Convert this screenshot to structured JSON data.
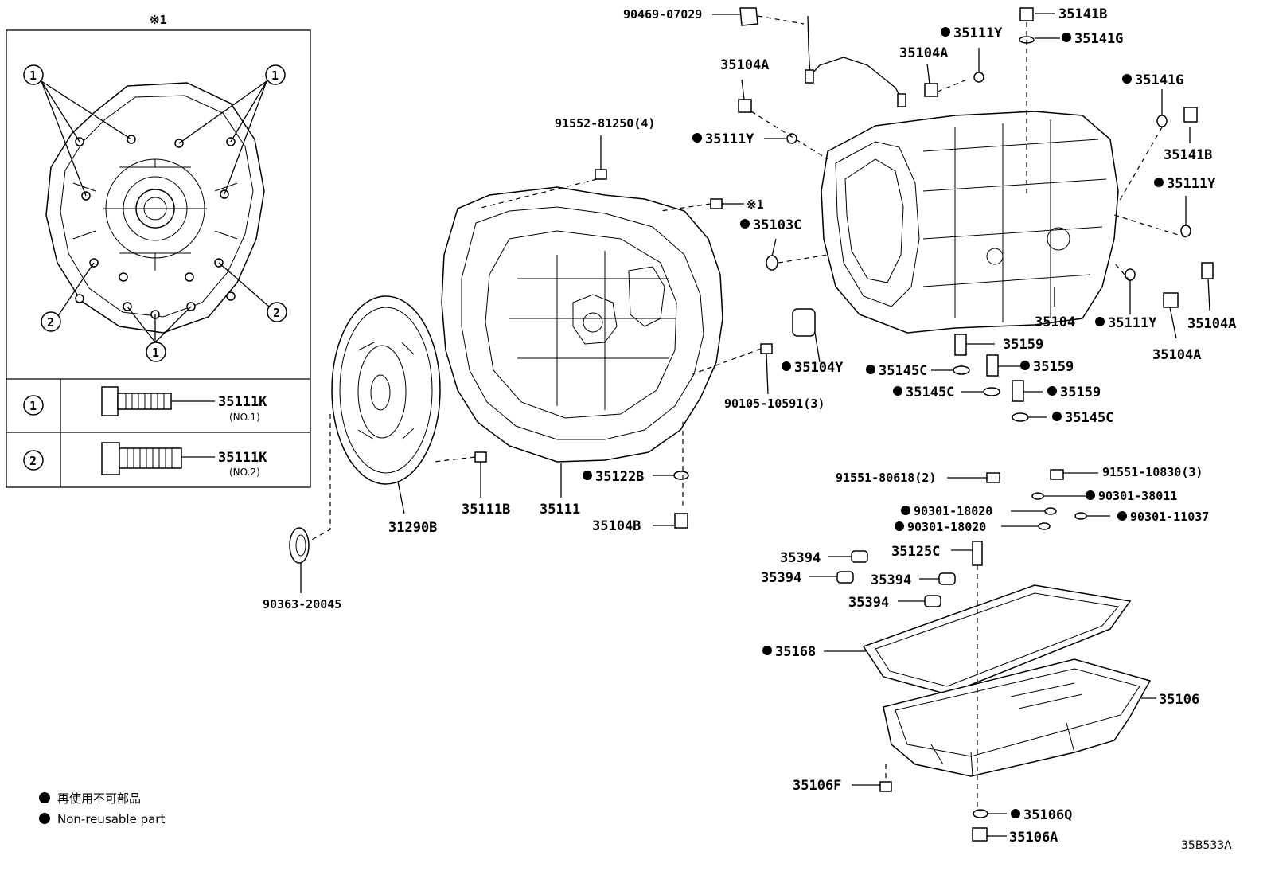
{
  "inset": {
    "title": "※1",
    "circle1": "1",
    "circle2": "2",
    "rows": [
      {
        "num": "1",
        "part": "35111K",
        "sub": "(NO.1)"
      },
      {
        "num": "2",
        "part": "35111K",
        "sub": "(NO.2)"
      }
    ]
  },
  "labels": {
    "p90469": "90469-07029",
    "p35104A_1": "35104A",
    "p35104A_2": "35104A",
    "p35104A_3": "35104A",
    "p35104A_4": "35104A",
    "p35111Y_1": "35111Y",
    "p35111Y_2": "35111Y",
    "p35111Y_3": "35111Y",
    "p35111Y_4": "35111Y",
    "p35141B_1": "35141B",
    "p35141B_2": "35141B",
    "p35141G_1": "35141G",
    "p35141G_2": "35141G",
    "p91552": "91552-81250(4)",
    "pRef1": "※1",
    "p35103C": "35103C",
    "p35104": "35104",
    "p35104Y": "35104Y",
    "p35159_1": "35159",
    "p35159_2": "35159",
    "p35159_3": "35159",
    "p35145C_1": "35145C",
    "p35145C_2": "35145C",
    "p35145C_3": "35145C",
    "p90105": "90105-10591(3)",
    "p35122B": "35122B",
    "p35111B": "35111B",
    "p35111": "35111",
    "p35104B": "35104B",
    "p31290B": "31290B",
    "p90363": "90363-20045",
    "p91551a": "91551-80618(2)",
    "p91551b": "91551-10830(3)",
    "p90301_38011": "90301-38011",
    "p90301_18020a": "90301-18020",
    "p90301_18020b": "90301-18020",
    "p90301_11037": "90301-11037",
    "p35394_1": "35394",
    "p35394_2": "35394",
    "p35394_3": "35394",
    "p35394_4": "35394",
    "p35125C": "35125C",
    "p35168": "35168",
    "p35106": "35106",
    "p35106F": "35106F",
    "p35106Q": "35106Q",
    "p35106A": "35106A"
  },
  "legend": {
    "jp": "再使用不可部品",
    "en": "Non-reusable part"
  },
  "figure_code": "35B533A"
}
